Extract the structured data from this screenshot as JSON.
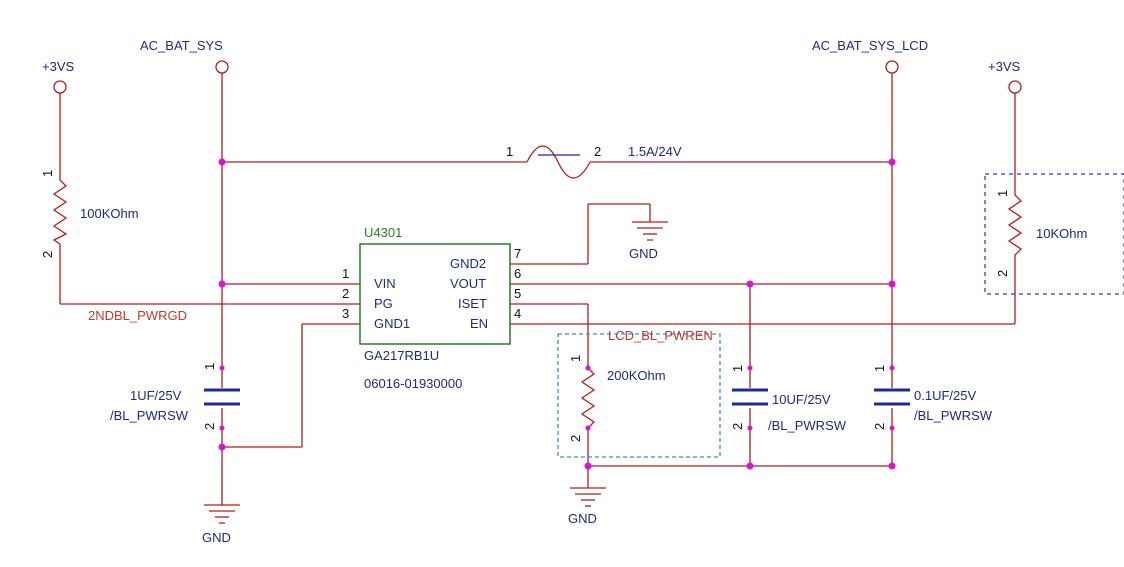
{
  "nets": {
    "ac_bat_sys": "AC_BAT_SYS",
    "ac_bat_sys_lcd": "AC_BAT_SYS_LCD",
    "plus3vs_left": "+3VS",
    "plus3vs_right": "+3VS",
    "pwrgd": "2NDBL_PWRGD",
    "pwren": "LCD_BL_PWREN",
    "gnd_fuse": "GND",
    "gnd_left": "GND",
    "gnd_mid": "GND"
  },
  "fuse": {
    "pin1": "1",
    "pin2": "2",
    "rating": "1.5A/24V"
  },
  "chip": {
    "ref": "U4301",
    "part": "GA217RB1U",
    "pn": "06016-01930000",
    "pins_left": [
      {
        "num": "1",
        "name": "VIN"
      },
      {
        "num": "2",
        "name": "PG"
      },
      {
        "num": "3",
        "name": "GND1"
      }
    ],
    "pins_right": [
      {
        "num": "7",
        "name": "GND2"
      },
      {
        "num": "6",
        "name": "VOUT"
      },
      {
        "num": "5",
        "name": "ISET"
      },
      {
        "num": "4",
        "name": "EN"
      }
    ]
  },
  "resistors": {
    "r_pullup_left": {
      "value": "100KOhm",
      "pin1": "1",
      "pin2": "2"
    },
    "r_iset": {
      "value": "200KOhm",
      "pin1": "1",
      "pin2": "2"
    },
    "r_en": {
      "value": "10KOhm",
      "pin1": "1",
      "pin2": "2"
    }
  },
  "capacitors": {
    "c_in": {
      "value": "1UF/25V",
      "group": "/BL_PWRSW",
      "pin1": "1",
      "pin2": "2"
    },
    "c_out1": {
      "value": "10UF/25V",
      "group": "/BL_PWRSW",
      "pin1": "1",
      "pin2": "2"
    },
    "c_out2": {
      "value": "0.1UF/25V",
      "group": "/BL_PWRSW",
      "pin1": "1",
      "pin2": "2"
    }
  },
  "colors": {
    "wire": "#b01e1e",
    "junction": "#e010d0",
    "chip_outline": "#2a7a2a",
    "label_text": "#1e2a78",
    "net_label": "#c0392b"
  }
}
